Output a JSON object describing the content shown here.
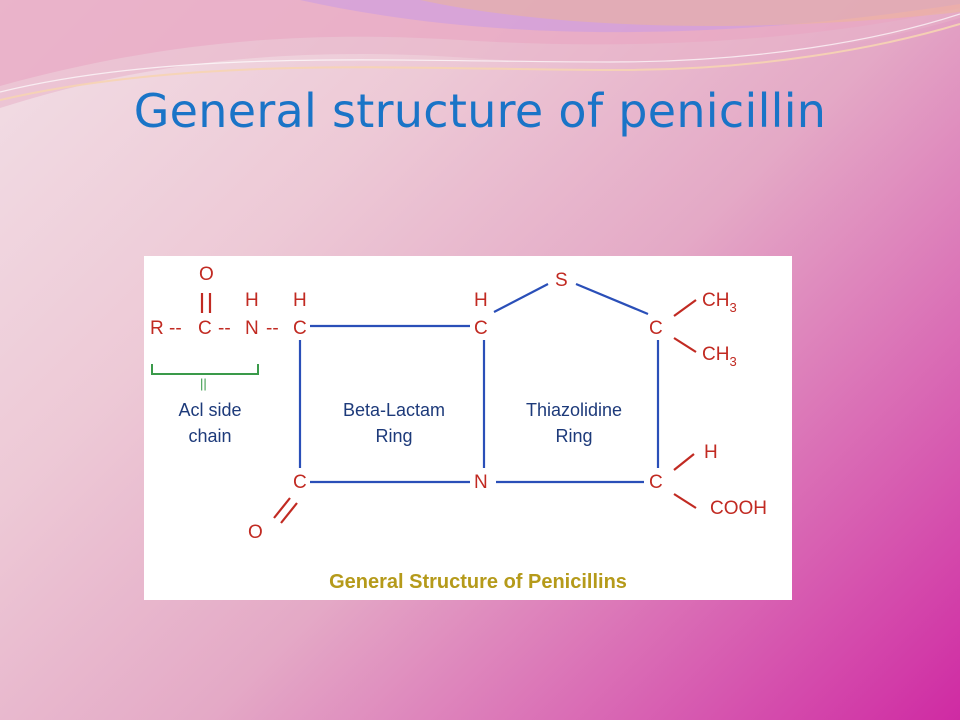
{
  "slide": {
    "title": "General structure of penicillin"
  },
  "structure": {
    "atoms": {
      "o_top": "O",
      "h_amide": "H",
      "h_c1": "H",
      "r": "R",
      "dash1": "--",
      "c_carbonyl": "C",
      "dash2": "--",
      "n_amide": "N",
      "dash3": "--",
      "c1": "C",
      "h_c2": "H",
      "c2": "C",
      "s": "S",
      "c3": "C",
      "ch3_a": "CH",
      "ch3_a_sub": "3",
      "ch3_b": "CH",
      "ch3_b_sub": "3",
      "c4": "C",
      "n_ring": "N",
      "c5": "C",
      "o_lactam": "O",
      "h_c5": "H",
      "cooh": "COOH",
      "brace_mark": "||"
    },
    "labels": {
      "side_chain_1": "Acl side",
      "side_chain_2": "chain",
      "beta_lactam_1": "Beta-Lactam",
      "beta_lactam_2": "Ring",
      "thiazolidine_1": "Thiazolidine",
      "thiazolidine_2": "Ring"
    },
    "caption": "General Structure of Penicillins",
    "colors": {
      "atoms": "#c12a22",
      "bonds": "#2a4fb8",
      "labels": "#1d3a7a",
      "brace": "#3a9a4a",
      "caption": "#b59a1a",
      "title": "#1a74c7"
    }
  }
}
